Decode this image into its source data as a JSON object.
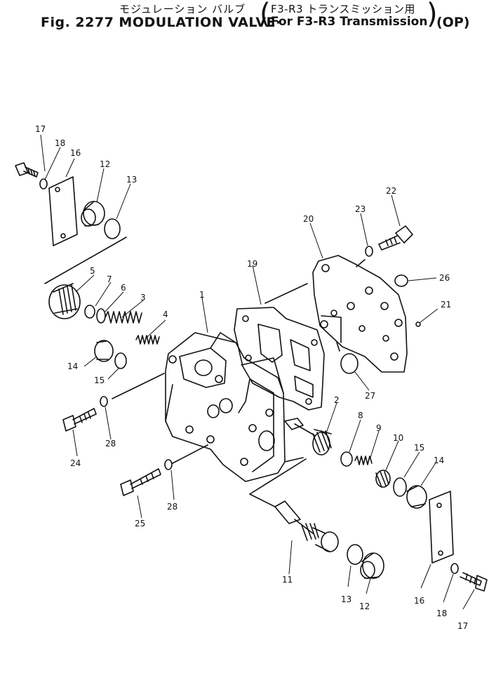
{
  "title": {
    "jp_line": "モジュレーション バルブ",
    "jp_sub": "F3-R3 トランスミッション用",
    "main_line": "Fig. 2277 MODULATION VALVE·",
    "sub_line": "For F3-R3 Transmission",
    "suffix": "(OP)"
  },
  "callouts": [
    "1",
    "2",
    "3",
    "4",
    "5",
    "6",
    "7",
    "8",
    "9",
    "10",
    "11",
    "12",
    "12",
    "13",
    "13",
    "14",
    "14",
    "15",
    "15",
    "16",
    "16",
    "17",
    "17",
    "18",
    "18",
    "19",
    "20",
    "21",
    "22",
    "23",
    "24",
    "25",
    "26",
    "27",
    "28",
    "28"
  ]
}
